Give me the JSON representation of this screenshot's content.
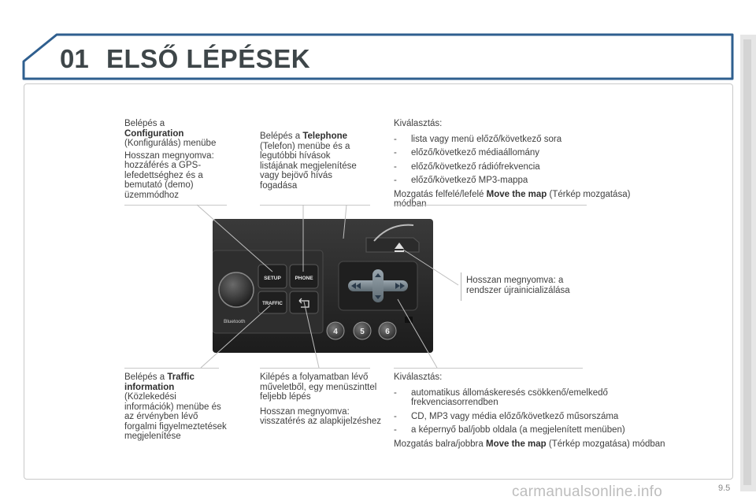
{
  "header": {
    "chapter_number": "01",
    "title": "ELSŐ LÉPÉSEK"
  },
  "blocks": {
    "config": {
      "intro": "Belépés a",
      "name": "Configuration",
      "rest": "(Konfigurálás) menübe",
      "long_press": "Hosszan megnyomva: hozzáférés a GPS-lefedettséghez és a bemutató (demo) üzemmódhoz"
    },
    "telephone": {
      "intro": "Belépés a",
      "name": "Telephone",
      "rest": "(Telefon) menübe és a legutóbbi hívások listájának megjelenítése vagy bejövő hívás fogadása"
    },
    "select_top": {
      "heading": "Kiválasztás:",
      "items": [
        "lista vagy menü előző/következő sora",
        "előző/következő médiaállomány",
        "előző/következő rádiófrekvencia",
        "előző/következő MP3-mappa"
      ],
      "move_prefix": "Mozgatás felfelé/lefelé",
      "move_name": "Move the map",
      "move_suffix": "(Térkép mozgatása) módban"
    },
    "reset": {
      "text": "Hosszan megnyomva: a rendszer újrainicializálása"
    },
    "traffic": {
      "intro": "Belépés a",
      "name": "Traffic information",
      "rest": "(Közlekedési információk) menübe és az érvényben lévő forgalmi figyelmeztetések megjelenítése"
    },
    "back": {
      "text": "Kilépés a folyamatban lévő műveletből, egy menüszinttel feljebb lépés",
      "long_press": "Hosszan megnyomva: visszatérés az alapkijelzéshez"
    },
    "select_bottom": {
      "heading": "Kiválasztás:",
      "items": [
        "automatikus állomáskeresés csökkenő/emelkedő frekvenciasorrendben",
        "CD, MP3 vagy média előző/következő műsorszáma",
        "a képernyő bal/jobb oldala (a megjelenített menüben)"
      ],
      "move_prefix": "Mozgatás balra/jobbra",
      "move_name": "Move the map",
      "move_suffix": "(Térkép mozgatása) módban"
    }
  },
  "device": {
    "setup_label": "SETUP",
    "phone_label": "PHONE",
    "traffic_label": "TRAFFIC",
    "bluetooth_label": "Bluetooth",
    "preset_4": "4",
    "preset_5": "5",
    "preset_6": "6"
  },
  "footer": {
    "page_number": "9.5",
    "watermark": "carmanualsonline.info"
  },
  "colors": {
    "accent": "#2f5f8f",
    "device_body": "#2a2a2a"
  }
}
